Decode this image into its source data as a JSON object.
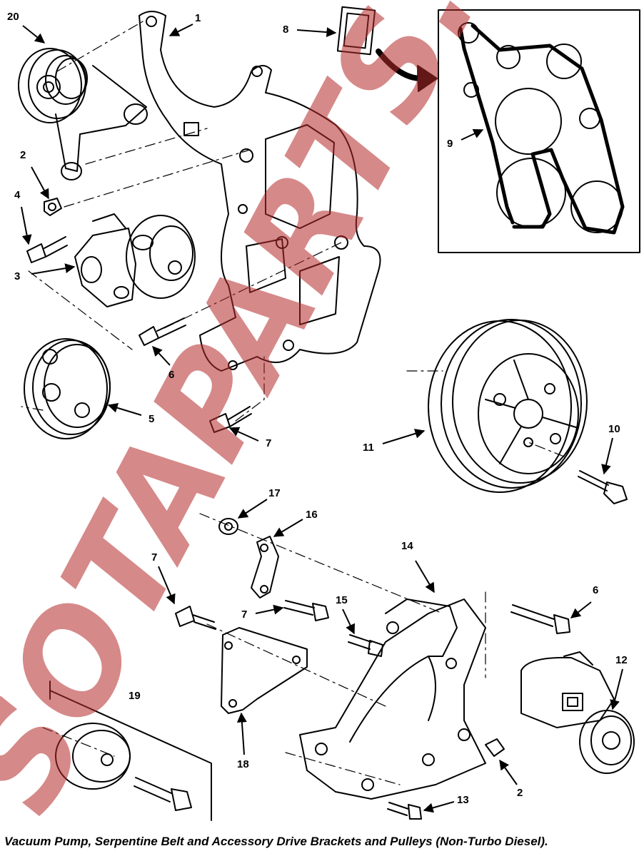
{
  "watermark": "SOTAPARTS.COM",
  "caption": "Vacuum Pump, Serpentine Belt and Accessory Drive Brackets and Pulleys (Non-Turbo Diesel).",
  "callouts": [
    "20",
    "1",
    "8",
    "2",
    "4",
    "3",
    "9",
    "6",
    "5",
    "7",
    "11",
    "10",
    "17",
    "16",
    "14",
    "7",
    "6",
    "15",
    "7",
    "12",
    "19",
    "18",
    "2",
    "13"
  ]
}
